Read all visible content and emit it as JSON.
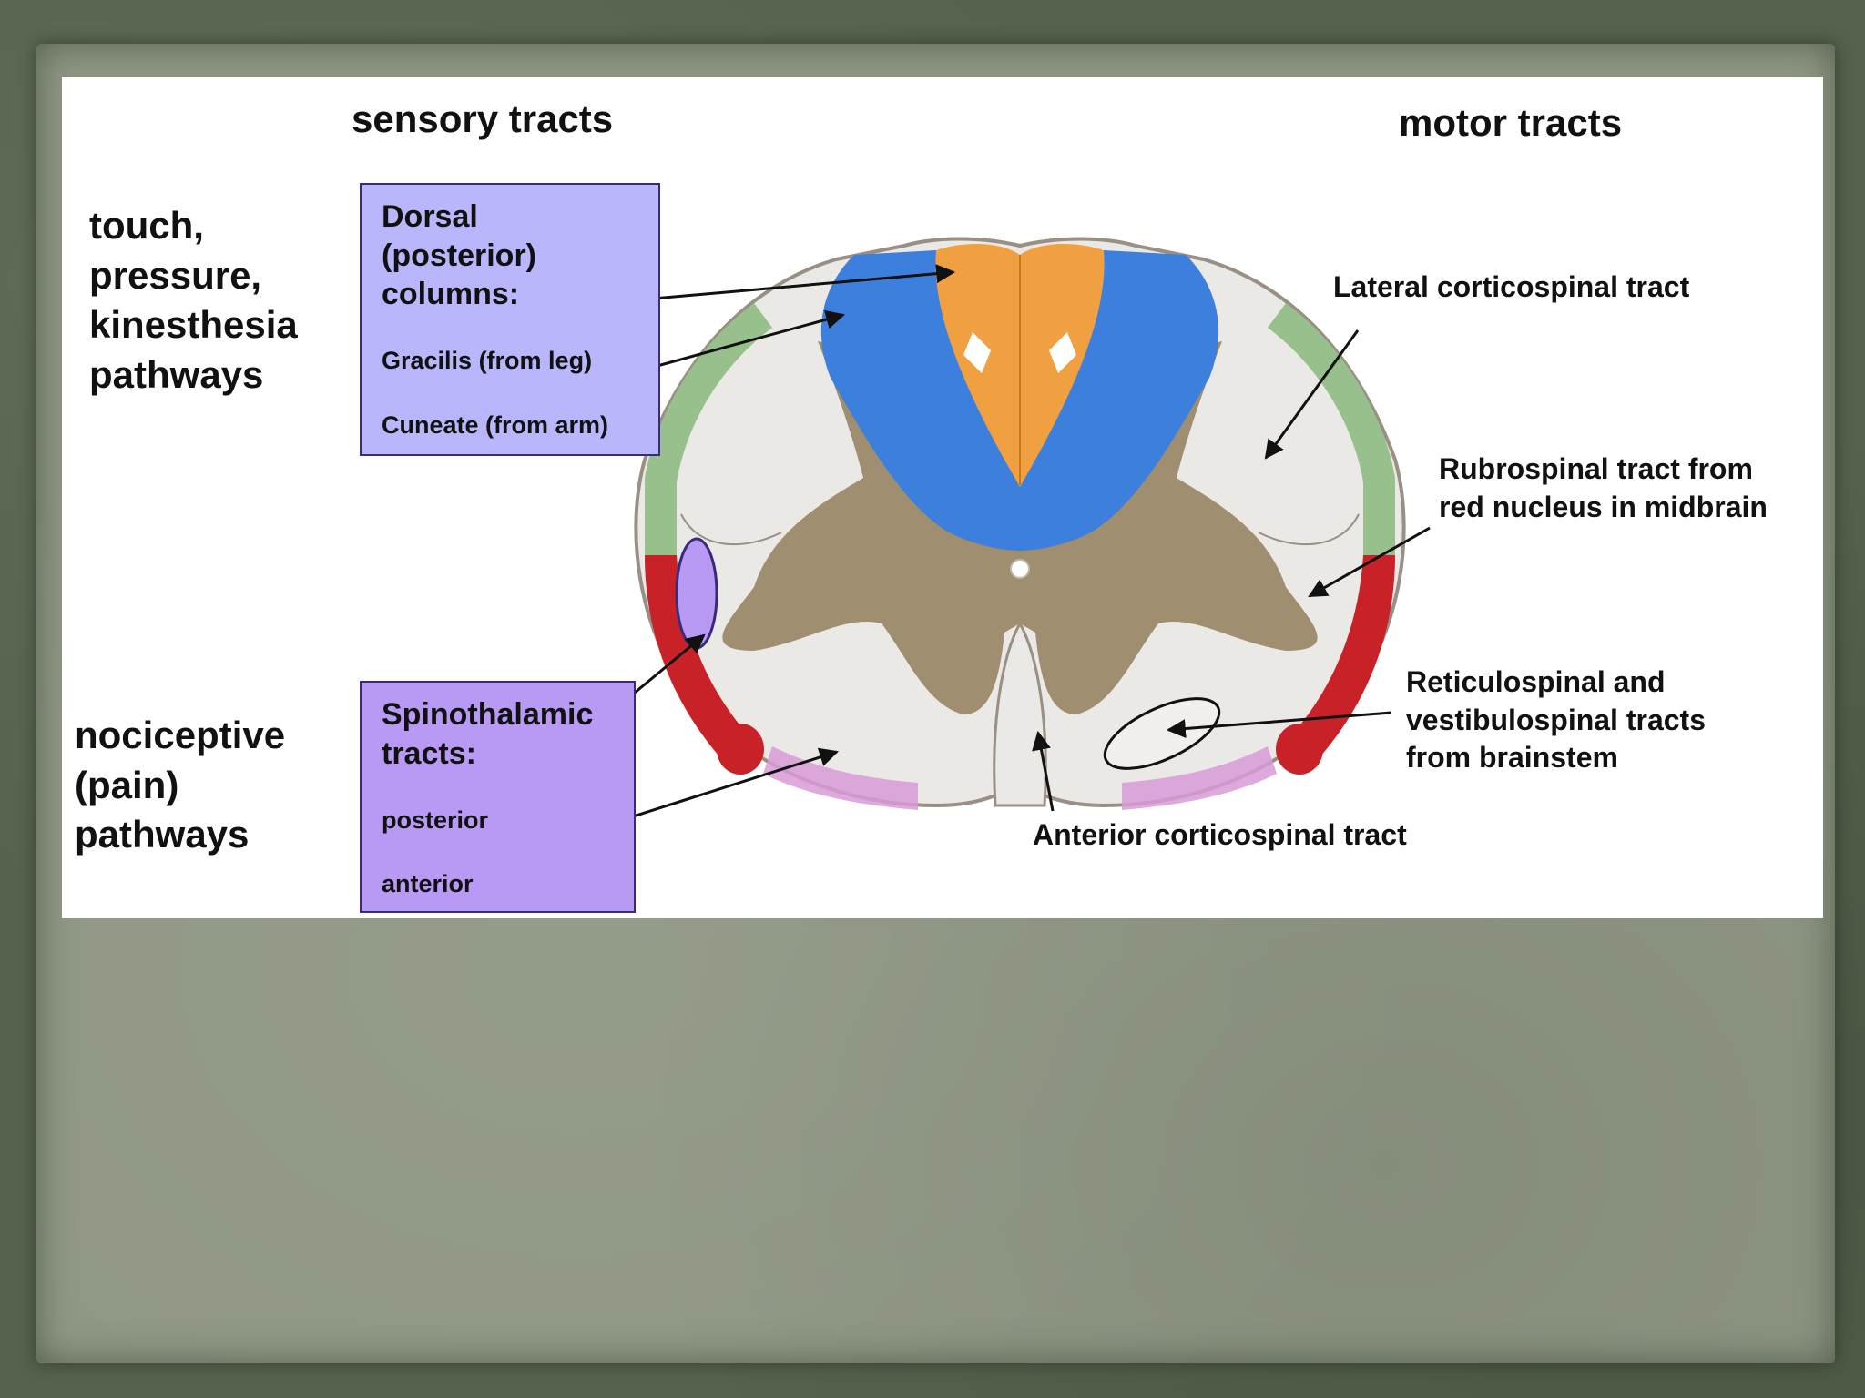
{
  "headers": {
    "sensory": "sensory tracts",
    "motor": "motor tracts"
  },
  "left_labels": {
    "touch": [
      "touch,",
      "pressure,",
      "kinesthesia",
      "pathways"
    ],
    "nociceptive": [
      "nociceptive",
      "(pain)",
      "pathways"
    ]
  },
  "dorsal_box": {
    "title": [
      "Dorsal",
      "(posterior)",
      "columns:"
    ],
    "items": [
      "Gracilis (from leg)",
      "Cuneate (from arm)"
    ]
  },
  "spino_box": {
    "title": [
      "Spinothalamic",
      "tracts:"
    ],
    "items": [
      "posterior",
      "anterior"
    ]
  },
  "right_labels": {
    "lateral": "Lateral corticospinal tract",
    "rubro": [
      "Rubrospinal tract from",
      "red nucleus in midbrain"
    ],
    "reticulo": [
      "Reticulospinal and",
      "vestibulospinal tracts",
      "from brainstem"
    ],
    "anterior": "Anterior corticospinal tract"
  },
  "colors": {
    "dorsal_column": "#f0a040",
    "dorsal_horn": "#3d7fdc",
    "gray_matter": "#a08e70",
    "white_matter": "#ebe9e6",
    "lateral_rim": "#97c08c",
    "rubrospinal": "#c82228",
    "spinothalamic": "#d89ad6",
    "dorsal_box": "#b9b6fb",
    "spino_box": "#b89af4"
  }
}
